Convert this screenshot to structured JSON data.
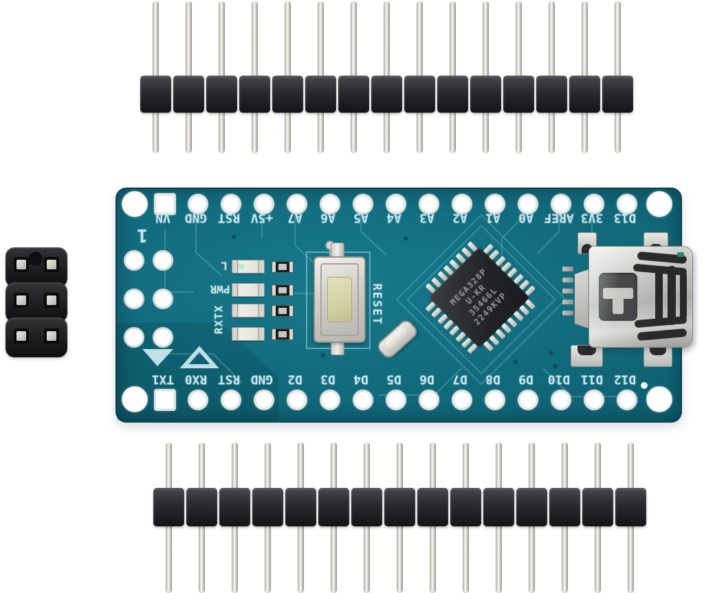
{
  "photo": {
    "subject": "Arduino Nano compatible microcontroller board with two 15-pin male header strips and one 2x3 female header",
    "background_color": "#ffffff"
  },
  "colors": {
    "pcb": "#0e6577",
    "pcb_edge": "#083e4a",
    "silkscreen": "#c9e6ee",
    "header_plastic": "#242427",
    "pin_metal": "#d8d7d1",
    "chip_body": "#26282c",
    "chip_text": "#8e949c",
    "reset_cap": "#d9d6ab",
    "usb_metal": "#c6c7c3"
  },
  "board": {
    "corner_mark": "1",
    "top_pin_labels": [
      "VN",
      "GND",
      "RST",
      "+5V",
      "A7",
      "A6",
      "A5",
      "A4",
      "A3",
      "A2",
      "A1",
      "A0",
      "AREF",
      "3V3",
      "D13"
    ],
    "bottom_pin_labels": [
      "TX1",
      "RX0",
      "RST",
      "GND",
      "D2",
      "D3",
      "D4",
      "D5",
      "D6",
      "D7",
      "D8",
      "D9",
      "D10",
      "D11",
      "D12"
    ],
    "led_label_l": "L",
    "led_label_pwr": "PWR",
    "led_label_rxtx": "RXTX",
    "led_count": 4,
    "reset_label": "RESET",
    "chip_marking": [
      "MEGA328P",
      "U-KR",
      "35466L",
      "2249KVP"
    ]
  },
  "headers": {
    "top_pin_count": 15,
    "bottom_pin_count": 15
  },
  "socket_header": {
    "rows": 3,
    "cols": 2
  }
}
